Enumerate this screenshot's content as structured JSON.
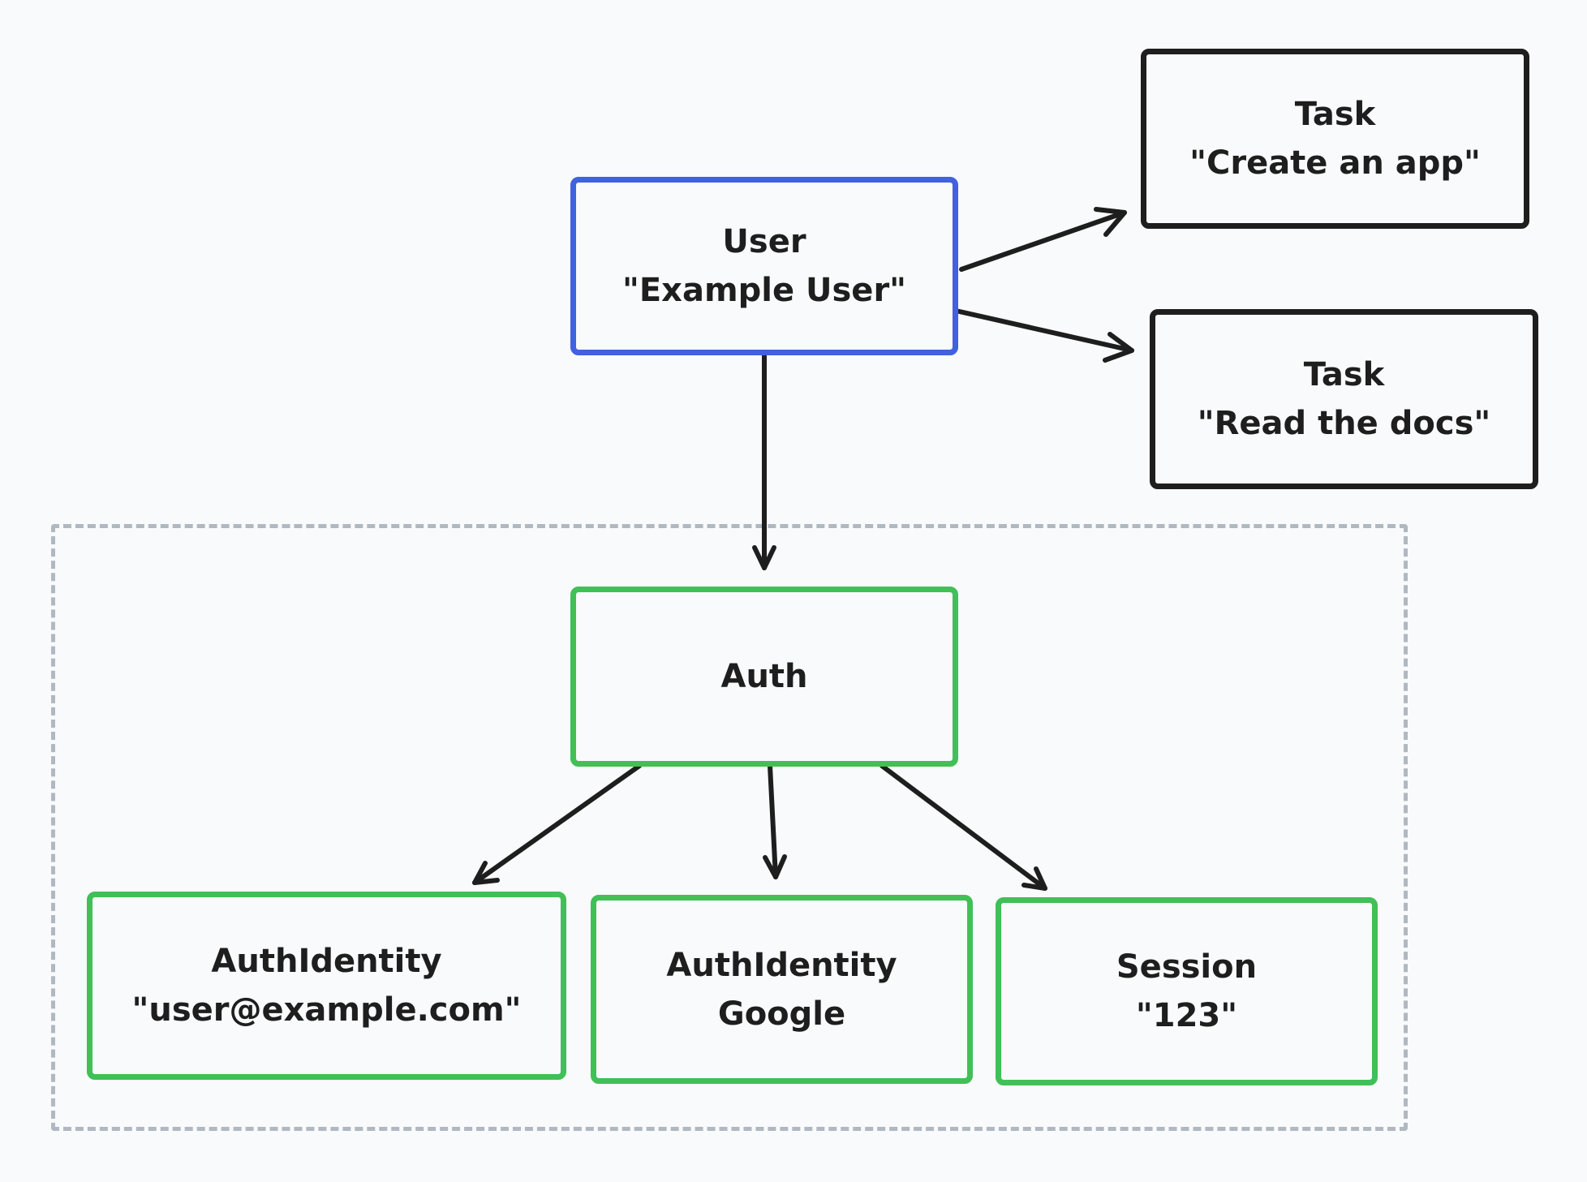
{
  "colors": {
    "background": "#f9fafb",
    "ink": "#1e1e1e",
    "user_border": "#4061e0",
    "auth_border": "#40c057",
    "task_border": "#1e1e1e",
    "group_border": "#b0b8c1"
  },
  "diagram": {
    "user": {
      "type": "User",
      "label": "\"Example User\""
    },
    "task_1": {
      "type": "Task",
      "label": "\"Create an app\""
    },
    "task_2": {
      "type": "Task",
      "label": "\"Read the docs\""
    },
    "auth": {
      "type": "Auth"
    },
    "identity_email": {
      "type": "AuthIdentity",
      "label": "\"user@example.com\""
    },
    "identity_google": {
      "type": "AuthIdentity",
      "label": "Google"
    },
    "session": {
      "type": "Session",
      "label": "\"123\""
    },
    "edges": [
      {
        "from": "user",
        "to": "task_1"
      },
      {
        "from": "user",
        "to": "task_2"
      },
      {
        "from": "user",
        "to": "auth"
      },
      {
        "from": "auth",
        "to": "identity_email"
      },
      {
        "from": "auth",
        "to": "identity_google"
      },
      {
        "from": "auth",
        "to": "session"
      }
    ]
  }
}
